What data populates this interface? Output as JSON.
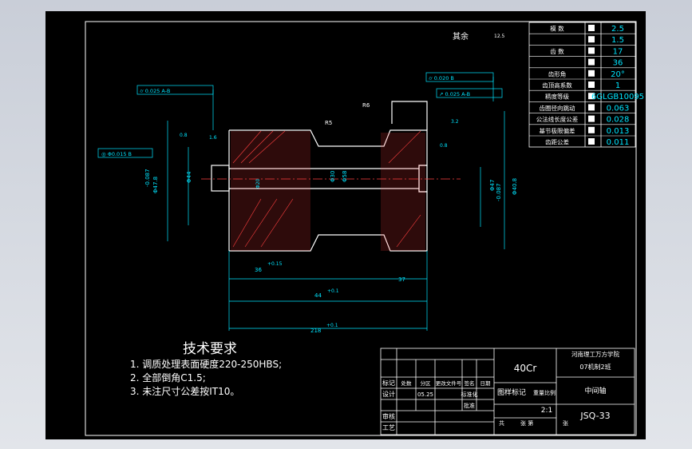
{
  "drawing": {
    "roughness_label": "其余",
    "roughness_value": "12.5",
    "gear_params": [
      {
        "label": "模  数",
        "value": "2.5"
      },
      {
        "label": "",
        "value": "1.5"
      },
      {
        "label": "齿  数",
        "value": "17"
      },
      {
        "label": "",
        "value": "36"
      },
      {
        "label": "齿形角",
        "value": "20°"
      },
      {
        "label": "齿顶高系数",
        "value": "1"
      },
      {
        "label": "精度等级",
        "value": "6GLGB10095"
      },
      {
        "label": "齿圈径向跳动",
        "value": "0.063"
      },
      {
        "label": "公法线长度公差",
        "value": "0.028"
      },
      {
        "label": "基节极限偏差",
        "value": "0.013"
      },
      {
        "label": "齿距公差",
        "value": "0.011"
      }
    ],
    "tolerance_frames": [
      {
        "symbol": "⌭",
        "value": "0.025",
        "datum": "A-B"
      },
      {
        "symbol": "⌭",
        "value": "0.020",
        "datum": "B"
      },
      {
        "symbol": "↗",
        "value": "0.025",
        "datum": "A-B"
      },
      {
        "symbol": "◎",
        "value": "Φ0.015",
        "datum": "B"
      }
    ],
    "dimensions": {
      "d1": "Φ30",
      "d2": "Φ58",
      "d3": "Φ47",
      "d4": "Φ40.8",
      "d5": "Φ44",
      "d6": "Φ47.8",
      "d7": "Φ20",
      "tol1": "-0.087",
      "tol2": "-0.087",
      "l1": "36",
      "l2": "44",
      "l3": "218",
      "l4": "37",
      "l5": "+0.15",
      "l6": "+0.1",
      "l7": "+0.1",
      "r1": "R6",
      "r2": "R5",
      "ra1": "0.8",
      "ra2": "1.6",
      "ra3": "3.2",
      "ra4": "0.8"
    }
  },
  "tech_requirements": {
    "title": "技术要求",
    "items": [
      "1. 调质处理表面硬度220-250HBS;",
      "2. 全部倒角C1.5;",
      "3. 未注尺寸公差按IT10。"
    ]
  },
  "title_block": {
    "material": "40Cr",
    "school": "河南理工万方学院",
    "class_name": "07机制2班",
    "part_name": "中间轴",
    "drawing_no": "JSQ-33",
    "scale": "2:1",
    "stage_label": "图样标记",
    "weight_label": "重量",
    "scale_label": "比例",
    "sheet_label": "共",
    "sheet_of": "张  第",
    "sheet_end": "张",
    "row_labels": [
      "标记",
      "设计",
      "审核",
      "工艺"
    ],
    "row_cols": [
      "处数",
      "分区",
      "更改文件号",
      "签名",
      "日期"
    ],
    "std_label": "标准化",
    "approve_label": "批准",
    "date_value": "05.25"
  }
}
